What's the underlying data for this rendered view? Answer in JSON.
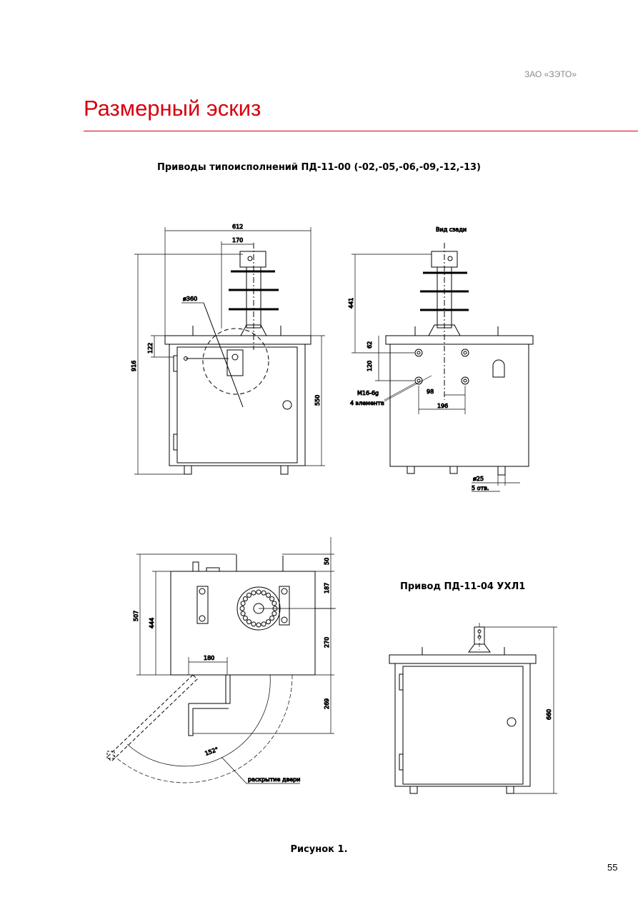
{
  "header": {
    "company": "ЗАО «ЗЭТО»"
  },
  "page": {
    "title": "Размерный эскиз",
    "subtitle": "Приводы типоисполнений ПД-11-00 (-02,-05,-06,-09,-12,-13)",
    "subtitle2": "Привод ПД-11-04 УХЛ1",
    "caption": "Рисунок 1.",
    "page_number": "55"
  },
  "front_view": {
    "dim_width": "612",
    "dim_offset": "170",
    "dim_circle": "ø360",
    "dim_height_total": "916",
    "dim_top": "122",
    "dim_cabinet": "550"
  },
  "rear_view": {
    "label": "Вид сзади",
    "dim_441": "441",
    "dim_62": "62",
    "dim_120": "120",
    "bolt_label": "М16-6g",
    "bolt_count": "4 элемента",
    "dim_98": "98",
    "dim_196": "196",
    "hole_dia": "ø25",
    "hole_count": "5 отв."
  },
  "plan_view": {
    "dim_50": "50",
    "dim_187": "187",
    "dim_270": "270",
    "dim_269": "269",
    "dim_507": "507",
    "dim_444": "444",
    "dim_180": "180",
    "angle": "152°",
    "door_label": "раскрытие двери"
  },
  "small_view": {
    "dim_660": "660"
  }
}
